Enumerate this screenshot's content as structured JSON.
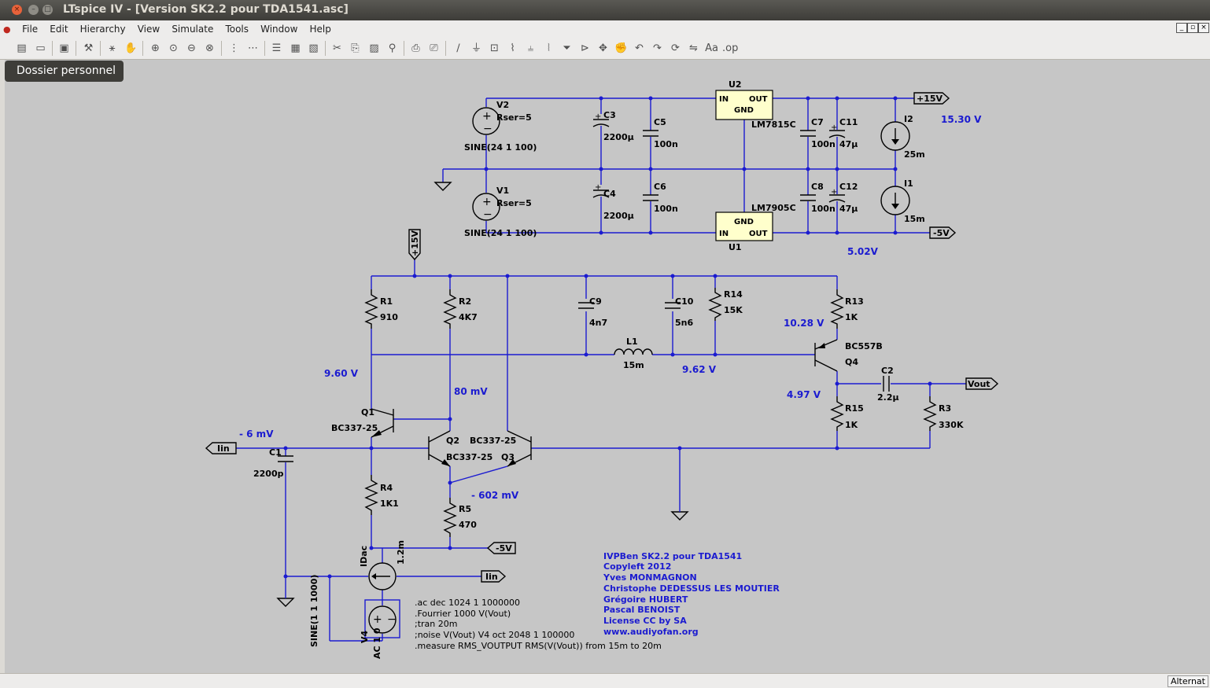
{
  "window": {
    "title": "LTspice IV - [Version SK2.2 pour TDA1541.asc]"
  },
  "menubar": {
    "items": [
      "File",
      "Edit",
      "Hierarchy",
      "View",
      "Simulate",
      "Tools",
      "Window",
      "Help"
    ]
  },
  "tooltip": {
    "text": "Dossier personnel"
  },
  "statusbar": {
    "text": "Alternat"
  },
  "schematic": {
    "components": {
      "V2": {
        "name": "V2",
        "param": "Rser=5",
        "value": "SINE(24 1 100)"
      },
      "V1": {
        "name": "V1",
        "param": "Rser=5",
        "value": "SINE(24 1 100)"
      },
      "C3": {
        "name": "C3",
        "value": "2200µ"
      },
      "C4": {
        "name": "C4",
        "value": "2200µ"
      },
      "C5": {
        "name": "C5",
        "value": "100n"
      },
      "C6": {
        "name": "C6",
        "value": "100n"
      },
      "C7": {
        "name": "C7",
        "value": "100n"
      },
      "C8": {
        "name": "C8",
        "value": "100n"
      },
      "C11": {
        "name": "C11",
        "value": "47µ"
      },
      "C12": {
        "name": "C12",
        "value": "47µ"
      },
      "U2": {
        "name": "U2",
        "value": "LM7815C",
        "pin_in": "IN",
        "pin_out": "OUT",
        "pin_gnd": "GND"
      },
      "U1": {
        "name": "U1",
        "value": "LM7905C",
        "pin_in": "IN",
        "pin_out": "OUT",
        "pin_gnd": "GND"
      },
      "I2": {
        "name": "I2",
        "value": "25m"
      },
      "I1": {
        "name": "I1",
        "value": "15m"
      },
      "R1": {
        "name": "R1",
        "value": "910"
      },
      "R2": {
        "name": "R2",
        "value": "4K7"
      },
      "R3": {
        "name": "R3",
        "value": "330K"
      },
      "R4": {
        "name": "R4",
        "value": "1K1"
      },
      "R5": {
        "name": "R5",
        "value": "470"
      },
      "R13": {
        "name": "R13",
        "value": "1K"
      },
      "R14": {
        "name": "R14",
        "value": "15K"
      },
      "R15": {
        "name": "R15",
        "value": "1K"
      },
      "C1": {
        "name": "C1",
        "value": "2200p"
      },
      "C2": {
        "name": "C2",
        "value": "2.2µ"
      },
      "C9": {
        "name": "C9",
        "value": "4n7"
      },
      "C10": {
        "name": "C10",
        "value": "5n6"
      },
      "L1": {
        "name": "L1",
        "value": "15m"
      },
      "Q1": {
        "name": "Q1",
        "value": "BC337-25"
      },
      "Q2": {
        "name": "Q2",
        "value": "BC337-25"
      },
      "Q3": {
        "name": "Q3",
        "value": "BC337-25"
      },
      "Q4": {
        "name": "Q4",
        "value": "BC557B"
      },
      "IDac": {
        "name": "IDac",
        "value": "1.2m"
      },
      "V4": {
        "name": "V4",
        "value": "AC 1 0",
        "extra": "SINE(1 1 1000)"
      }
    },
    "net_labels": {
      "p15_out": "+15V",
      "m5_out": "-5V",
      "p15_top": "+15V",
      "m5_bottom": "-5V",
      "iin_left": "Iin",
      "iin_right": "Iin",
      "vout": "Vout"
    },
    "voltages": {
      "v_15_30": "15.30 V",
      "v_5_02": "5.02V",
      "v_9_60": "9.60 V",
      "v_80mv": "80 mV",
      "v_m6mv": "- 6 mV",
      "v_m602mv": "- 602 mV",
      "v_10_28": "10.28 V",
      "v_9_62": "9.62 V",
      "v_4_97": "4.97 V"
    },
    "directives": [
      ".ac dec 1024 1 1000000",
      ".Fourrier 1000 V(Vout)",
      ";tran 20m",
      ";noise V(Vout) V4 oct 2048 1 100000",
      ".measure RMS_VOUTPUT RMS(V(Vout)) from 15m to 20m"
    ],
    "notes": [
      "IVPBen SK2.2 pour TDA1541",
      "Copyleft 2012",
      "Yves MONMAGNON",
      "Christophe DEDESSUS LES MOUTIER",
      "Grégoire HUBERT",
      "Pascal BENOIST",
      "License CC by SA",
      "www.audiyofan.org"
    ]
  }
}
